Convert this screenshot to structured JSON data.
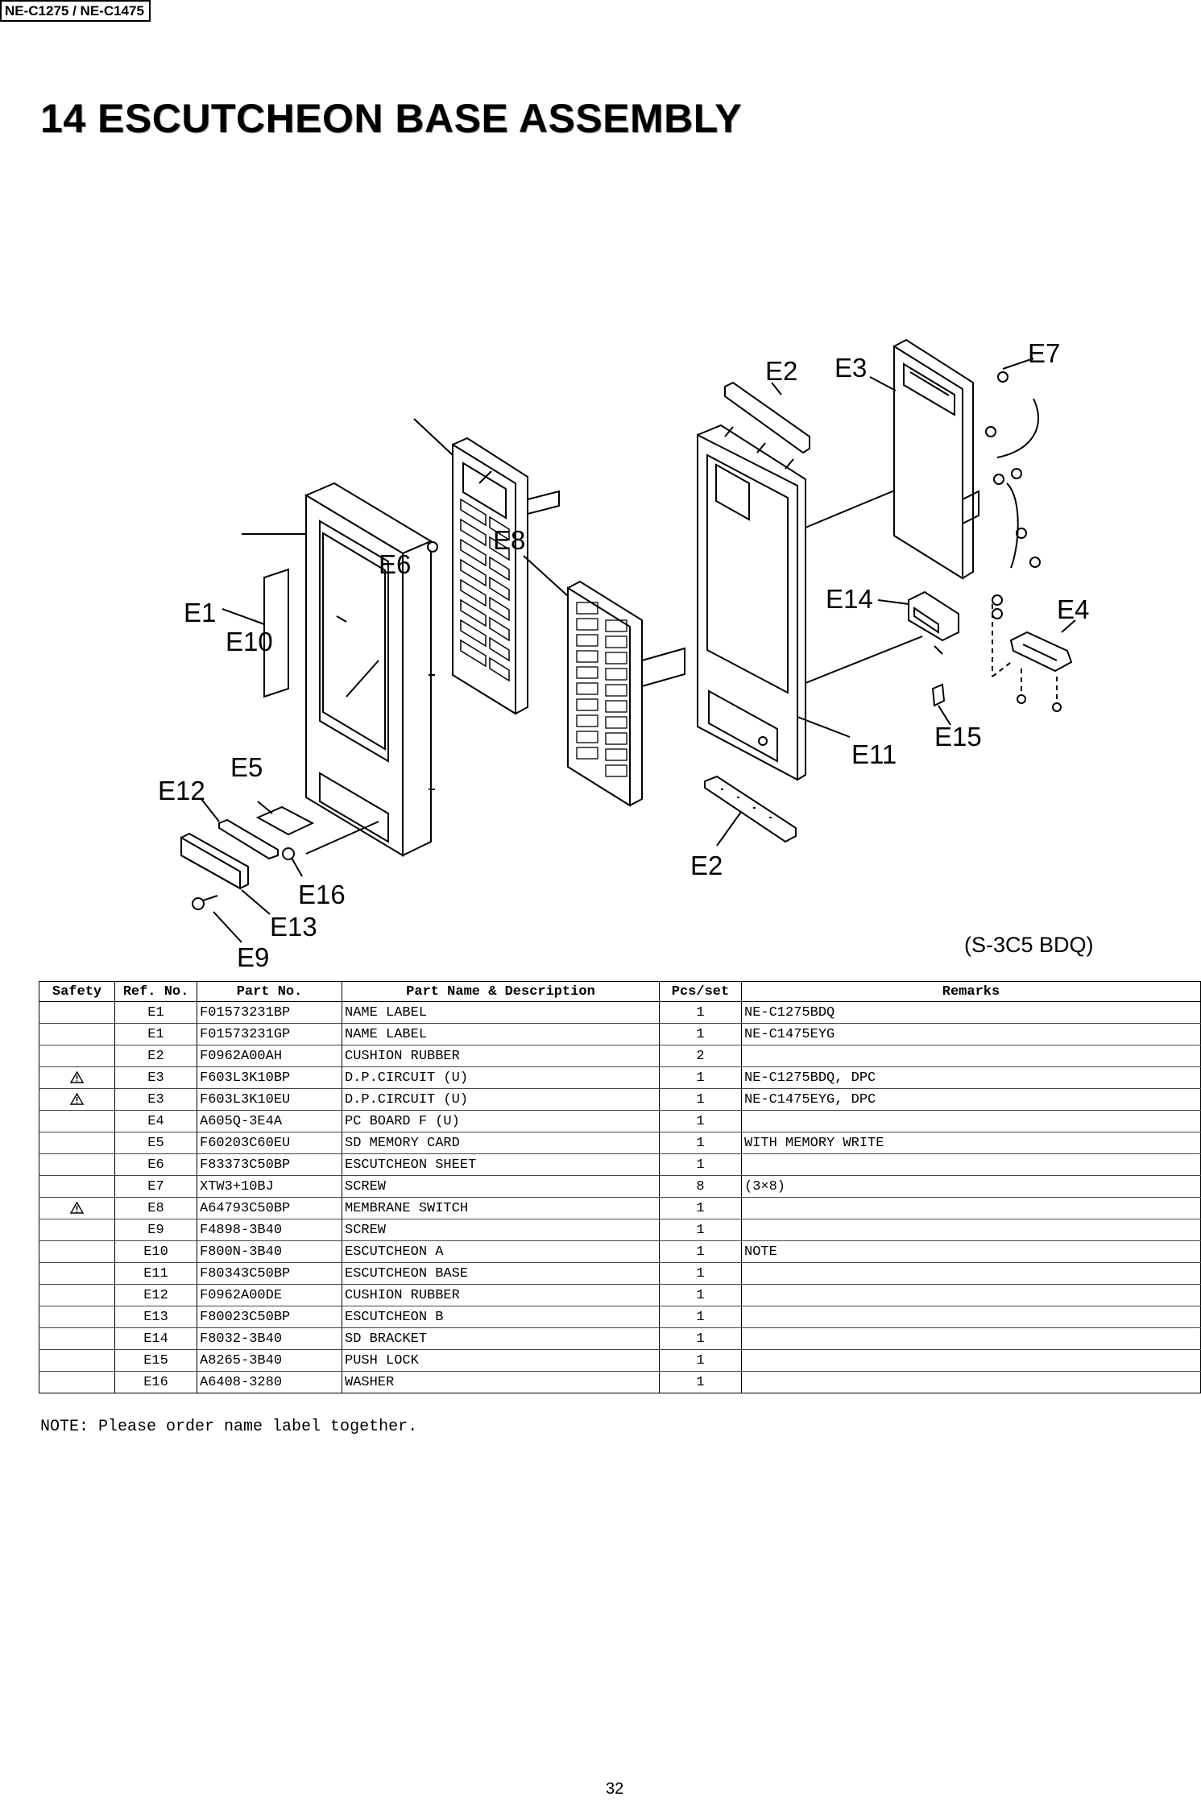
{
  "header": {
    "model_tag": "NE-C1275 / NE-C1475"
  },
  "title": "14 ESCUTCHEON BASE ASSEMBLY",
  "diagram": {
    "callouts": {
      "e1": "E1",
      "e2_top": "E2",
      "e2_bottom": "E2",
      "e3": "E3",
      "e4": "E4",
      "e5": "E5",
      "e6": "E6",
      "e7": "E7",
      "e8": "E8",
      "e9": "E9",
      "e10": "E10",
      "e11": "E11",
      "e12": "E12",
      "e13": "E13",
      "e14": "E14",
      "e15": "E15",
      "e16": "E16"
    },
    "code": "(S-3C5 BDQ)"
  },
  "table": {
    "headers": [
      "Safety",
      "Ref. No.",
      "Part No.",
      "Part Name & Description",
      "Pcs/set",
      "Remarks"
    ],
    "rows": [
      {
        "safety": false,
        "ref": "E1",
        "part_no": "F01573231BP",
        "name": "NAME LABEL",
        "pcs": "1",
        "remarks": "NE-C1275BDQ"
      },
      {
        "safety": false,
        "ref": "E1",
        "part_no": "F01573231GP",
        "name": "NAME LABEL",
        "pcs": "1",
        "remarks": "NE-C1475EYG"
      },
      {
        "safety": false,
        "ref": "E2",
        "part_no": "F0962A00AH",
        "name": "CUSHION RUBBER",
        "pcs": "2",
        "remarks": ""
      },
      {
        "safety": true,
        "ref": "E3",
        "part_no": "F603L3K10BP",
        "name": "D.P.CIRCUIT (U)",
        "pcs": "1",
        "remarks": "NE-C1275BDQ, DPC"
      },
      {
        "safety": true,
        "ref": "E3",
        "part_no": "F603L3K10EU",
        "name": "D.P.CIRCUIT (U)",
        "pcs": "1",
        "remarks": "NE-C1475EYG, DPC"
      },
      {
        "safety": false,
        "ref": "E4",
        "part_no": "A605Q-3E4A",
        "name": "PC BOARD F (U)",
        "pcs": "1",
        "remarks": ""
      },
      {
        "safety": false,
        "ref": "E5",
        "part_no": "F60203C60EU",
        "name": "SD MEMORY CARD",
        "pcs": "1",
        "remarks": "WITH MEMORY WRITE"
      },
      {
        "safety": false,
        "ref": "E6",
        "part_no": "F83373C50BP",
        "name": "ESCUTCHEON SHEET",
        "pcs": "1",
        "remarks": ""
      },
      {
        "safety": false,
        "ref": "E7",
        "part_no": "XTW3+10BJ",
        "name": "SCREW",
        "pcs": "8",
        "remarks": "(3×8)"
      },
      {
        "safety": true,
        "ref": "E8",
        "part_no": "A64793C50BP",
        "name": "MEMBRANE SWITCH",
        "pcs": "1",
        "remarks": ""
      },
      {
        "safety": false,
        "ref": "E9",
        "part_no": "F4898-3B40",
        "name": "SCREW",
        "pcs": "1",
        "remarks": ""
      },
      {
        "safety": false,
        "ref": "E10",
        "part_no": "F800N-3B40",
        "name": "ESCUTCHEON A",
        "pcs": "1",
        "remarks": "NOTE"
      },
      {
        "safety": false,
        "ref": "E11",
        "part_no": "F80343C50BP",
        "name": "ESCUTCHEON BASE",
        "pcs": "1",
        "remarks": ""
      },
      {
        "safety": false,
        "ref": "E12",
        "part_no": "F0962A00DE",
        "name": "CUSHION RUBBER",
        "pcs": "1",
        "remarks": ""
      },
      {
        "safety": false,
        "ref": "E13",
        "part_no": "F80023C50BP",
        "name": "ESCUTCHEON B",
        "pcs": "1",
        "remarks": ""
      },
      {
        "safety": false,
        "ref": "E14",
        "part_no": "F8032-3B40",
        "name": "SD BRACKET",
        "pcs": "1",
        "remarks": ""
      },
      {
        "safety": false,
        "ref": "E15",
        "part_no": "A8265-3B40",
        "name": "PUSH LOCK",
        "pcs": "1",
        "remarks": ""
      },
      {
        "safety": false,
        "ref": "E16",
        "part_no": "A6408-3280",
        "name": "WASHER",
        "pcs": "1",
        "remarks": ""
      }
    ]
  },
  "note": "NOTE: Please order name label together.",
  "page_number": "32"
}
